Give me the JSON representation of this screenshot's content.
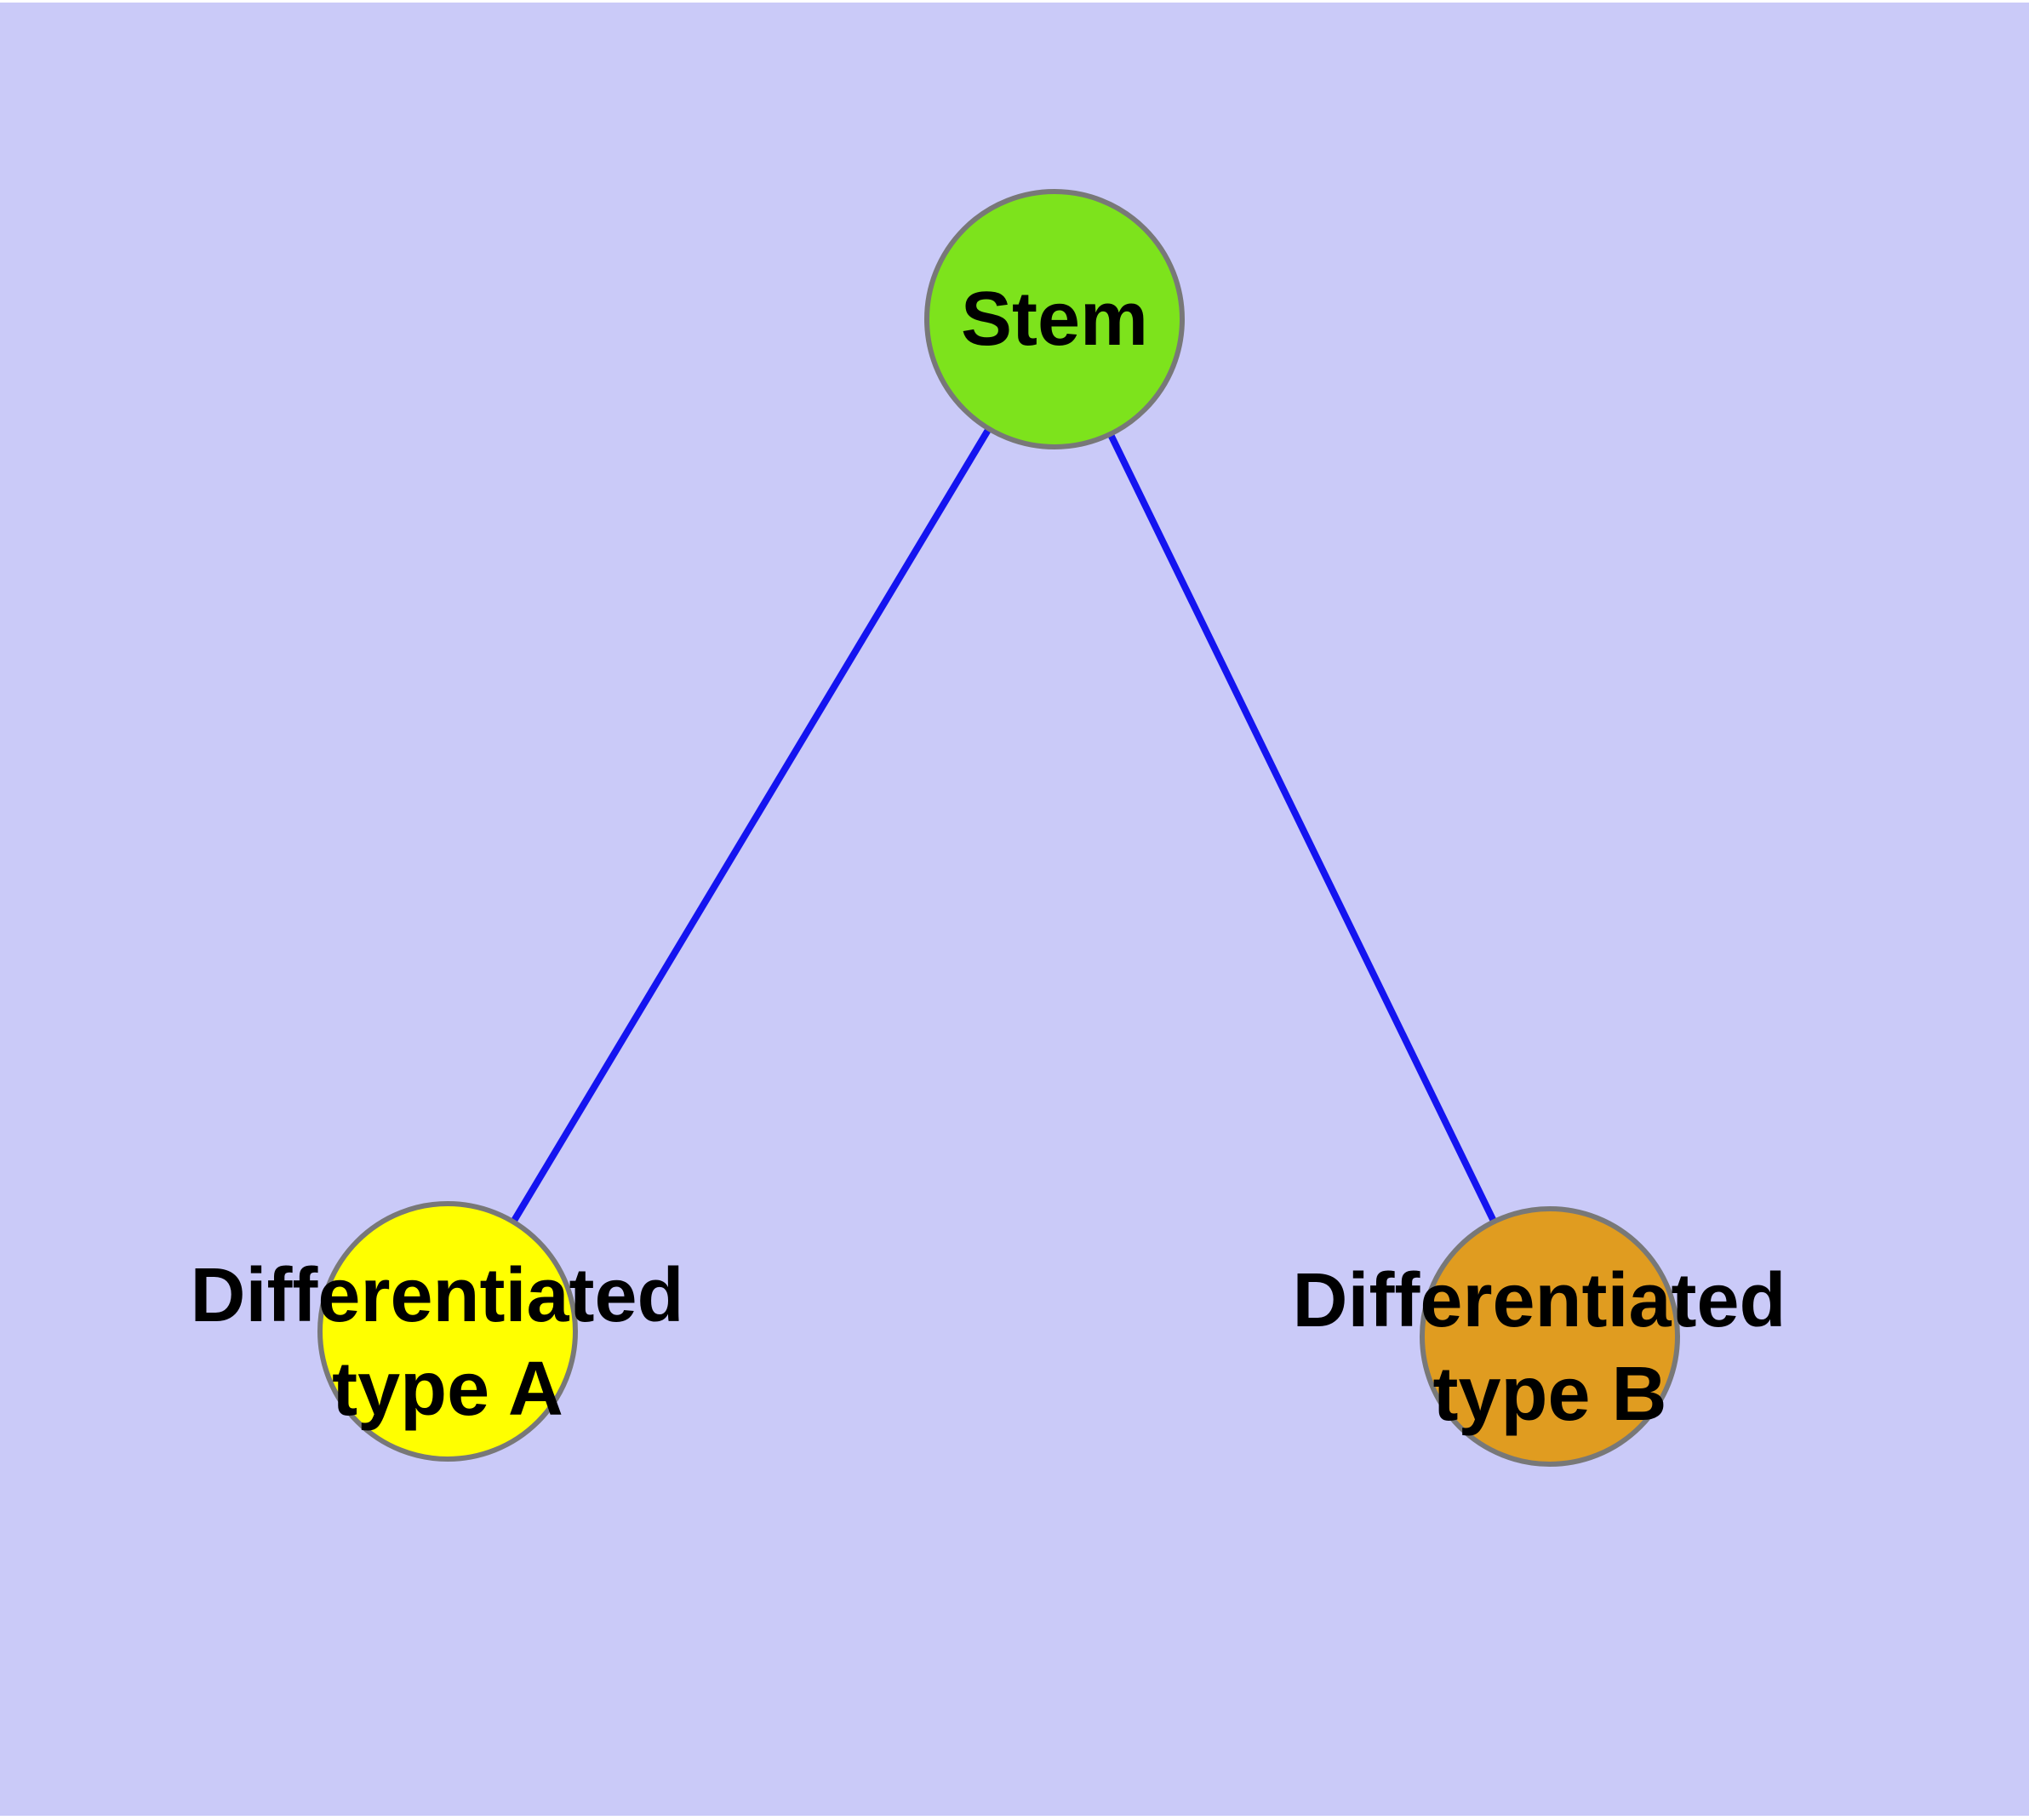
{
  "diagram": {
    "type": "graph",
    "background_color": "#cacaf8",
    "page_color": "#ffffff",
    "text_color": "#000000",
    "node_border_color": "#787878",
    "edge_color": "#1414f0",
    "nodes": [
      {
        "id": "stem",
        "label": "Stem",
        "label_lines": [
          "Stem"
        ],
        "fill_color": "#7de31c"
      },
      {
        "id": "differentiated-type-a",
        "label": "Differentiated type A",
        "label_lines": [
          "Differentiated",
          "type A"
        ],
        "fill_color": "#ffff00"
      },
      {
        "id": "differentiated-type-b",
        "label": "Differentiated type B",
        "label_lines": [
          "Differentiated",
          "type B"
        ],
        "fill_color": "#e09c20"
      }
    ],
    "edges": [
      {
        "from": "Stem",
        "to": "Differentiated type A"
      },
      {
        "from": "Stem",
        "to": "Differentiated type B"
      }
    ]
  }
}
